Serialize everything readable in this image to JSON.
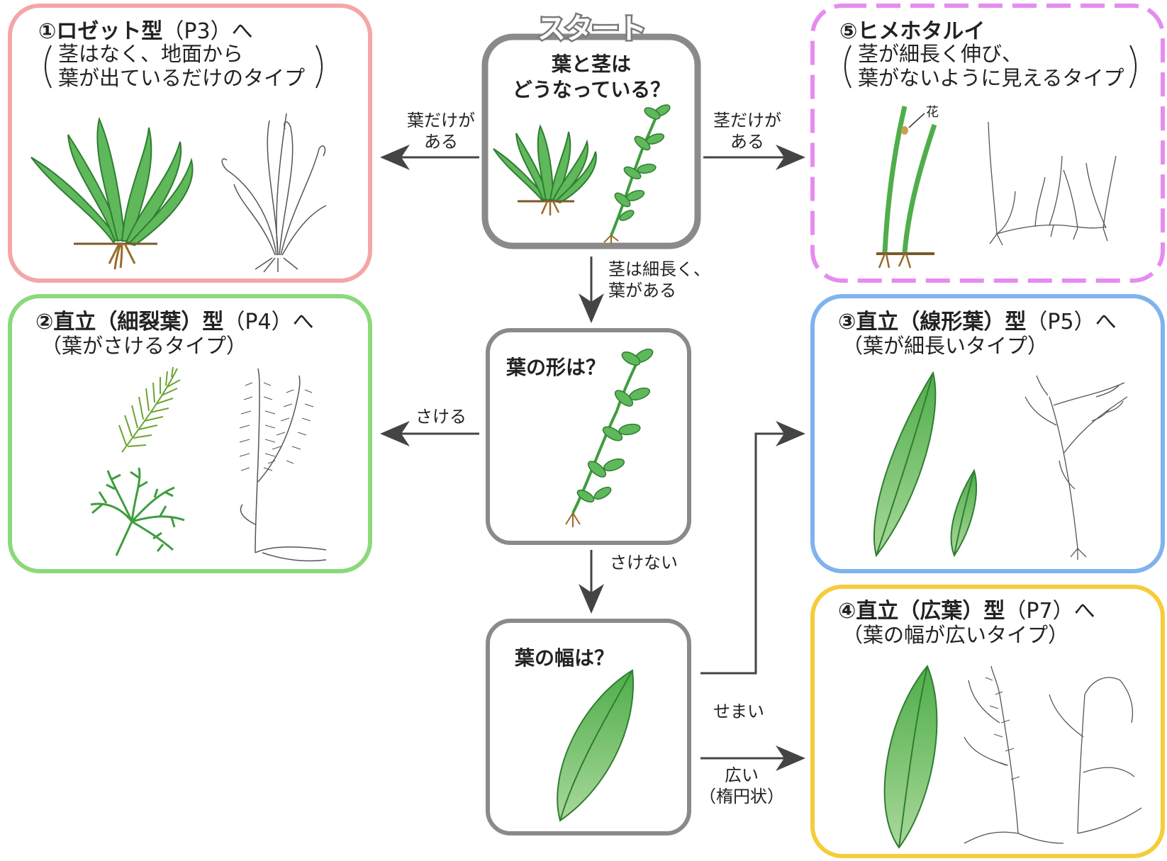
{
  "start_label": "スタート",
  "questions": {
    "q1": {
      "line1": "葉と茎は",
      "line2": "どうなっている？"
    },
    "q2": {
      "text": "葉の形は？"
    },
    "q3": {
      "text": "葉の幅は？"
    }
  },
  "edges": {
    "to_rosette": {
      "line1": "葉だけが",
      "line2": "ある"
    },
    "to_hime": {
      "line1": "茎だけが",
      "line2": "ある"
    },
    "down_1": {
      "line1": "茎は細長く、",
      "line2": "葉がある"
    },
    "to_fine": {
      "text": "さける"
    },
    "down_2": {
      "text": "さけない"
    },
    "to_linear": {
      "text": "せまい"
    },
    "to_broad": {
      "line1": "広い",
      "line2": "（楕円状）"
    }
  },
  "types": {
    "rosette": {
      "title_bold": "①ロゼット型",
      "title_rest": "（P3）へ",
      "line1": "茎はなく、地面から",
      "line2": "葉が出ているだけのタイプ",
      "color": "#f4a6a6"
    },
    "fine": {
      "title_bold": "②直立（細裂葉）型",
      "title_rest": "（P4）へ",
      "line1": "（葉がさけるタイプ）",
      "color": "#8bd97a"
    },
    "linear": {
      "title_bold": "③直立（線形葉）型",
      "title_rest": "（P5）へ",
      "line1": "（葉が細長いタイプ）",
      "color": "#7fb2ef"
    },
    "broad": {
      "title_bold": "④直立（広葉）型",
      "title_rest": "（P7）へ",
      "line1": "（葉の幅が広いタイプ）",
      "color": "#f5cc3a"
    },
    "hime": {
      "title_bold": "⑤ヒメホタルイ",
      "title_rest": "",
      "line1": "茎が細長く伸び、",
      "line2": "葉がないように見えるタイプ",
      "flower_label": "花",
      "color": "#e58cf0"
    }
  },
  "colors": {
    "leaf": "#5fb85a",
    "leaf_dark": "#2f7d33",
    "root": "#9a6a2a",
    "arrow": "#444444",
    "question_border": "#8a8a8a"
  }
}
